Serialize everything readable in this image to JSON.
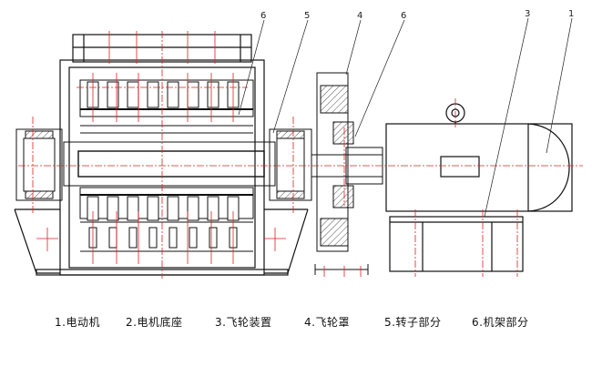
{
  "callouts": [
    "6",
    "5",
    "4",
    "6",
    "3",
    "1"
  ],
  "legend": [
    "1.电动机",
    "2.电机底座",
    "3.飞轮装置",
    "4.飞轮罩",
    "5.转子部分",
    "6.机架部分"
  ],
  "colors": {
    "line": "#111111",
    "center": "#e02020",
    "hatch": "#555555"
  }
}
